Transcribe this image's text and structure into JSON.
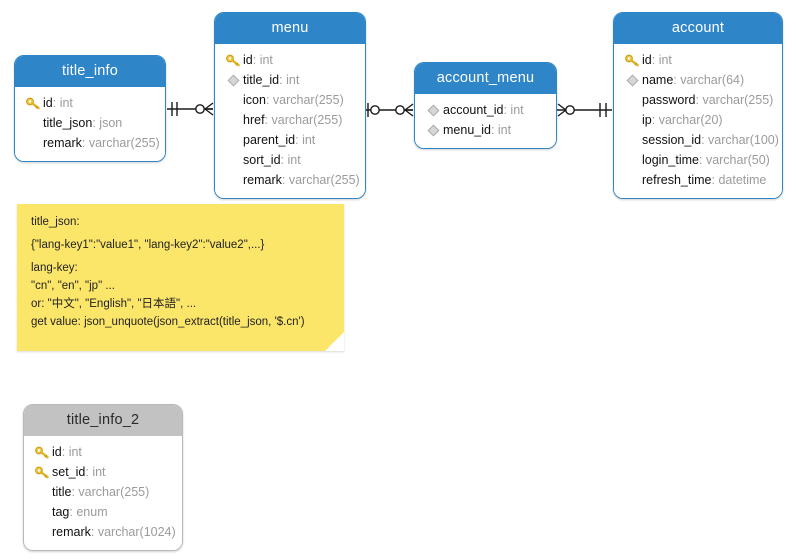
{
  "diagram": {
    "type": "entity-relationship-diagram",
    "background": "#ffffff",
    "header_color": "#2e86c8",
    "header_color_disabled": "#c2c2c2",
    "note_color": "#fce66a",
    "type_color": "#9b9b9b"
  },
  "entities": [
    {
      "id": "title_info",
      "name": "title_info",
      "style": "blue",
      "fields": [
        {
          "icon": "primary-key-icon",
          "name": "id",
          "type": "int"
        },
        {
          "icon": "none",
          "name": "title_json",
          "type": "json"
        },
        {
          "icon": "none",
          "name": "remark",
          "type": "varchar(255)"
        }
      ]
    },
    {
      "id": "menu",
      "name": "menu",
      "style": "blue",
      "fields": [
        {
          "icon": "primary-key-icon",
          "name": "id",
          "type": "int"
        },
        {
          "icon": "foreign-key-icon",
          "name": "title_id",
          "type": "int"
        },
        {
          "icon": "none",
          "name": "icon",
          "type": "varchar(255)"
        },
        {
          "icon": "none",
          "name": "href",
          "type": "varchar(255)"
        },
        {
          "icon": "none",
          "name": "parent_id",
          "type": "int"
        },
        {
          "icon": "none",
          "name": "sort_id",
          "type": "int"
        },
        {
          "icon": "none",
          "name": "remark",
          "type": "varchar(255)"
        }
      ]
    },
    {
      "id": "account_menu",
      "name": "account_menu",
      "style": "blue",
      "fields": [
        {
          "icon": "foreign-key-icon",
          "name": "account_id",
          "type": "int"
        },
        {
          "icon": "foreign-key-icon",
          "name": "menu_id",
          "type": "int"
        }
      ]
    },
    {
      "id": "account",
      "name": "account",
      "style": "blue",
      "fields": [
        {
          "icon": "primary-key-icon",
          "name": "id",
          "type": "int"
        },
        {
          "icon": "foreign-key-icon",
          "name": "name",
          "type": "varchar(64)"
        },
        {
          "icon": "none",
          "name": "password",
          "type": "varchar(255)"
        },
        {
          "icon": "none",
          "name": "ip",
          "type": "varchar(20)"
        },
        {
          "icon": "none",
          "name": "session_id",
          "type": "varchar(100)"
        },
        {
          "icon": "none",
          "name": "login_time",
          "type": "varchar(50)"
        },
        {
          "icon": "none",
          "name": "refresh_time",
          "type": "datetime"
        }
      ]
    },
    {
      "id": "title_info_2",
      "name": "title_info_2",
      "style": "gray",
      "fields": [
        {
          "icon": "primary-key-icon",
          "name": "id",
          "type": "int"
        },
        {
          "icon": "primary-key-icon",
          "name": "set_id",
          "type": "int"
        },
        {
          "icon": "none",
          "name": "title",
          "type": "varchar(255)"
        },
        {
          "icon": "none",
          "name": "tag",
          "type": "enum"
        },
        {
          "icon": "none",
          "name": "remark",
          "type": "varchar(1024)"
        }
      ]
    }
  ],
  "note": {
    "lines": [
      "title_json:",
      "{\"lang-key1\":\"value1\", \"lang-key2\":\"value2\",...}",
      "lang-key:",
      "\"cn\", \"en\", \"jp\" ...",
      "or: \"中文\", \"English\", \"日本語\", ...",
      "get value: json_unquote(json_extract(title_json, '$.cn')"
    ]
  },
  "relationships": [
    {
      "id": "title_info-menu",
      "from": "title_info",
      "to": "menu",
      "from_cardinality": "exactly-one",
      "to_cardinality": "many"
    },
    {
      "id": "menu-account_menu",
      "from": "menu",
      "to": "account_menu",
      "from_cardinality": "zero-or-one",
      "to_cardinality": "many"
    },
    {
      "id": "account_menu-account",
      "from": "account_menu",
      "to": "account",
      "from_cardinality": "many",
      "to_cardinality": "exactly-one"
    }
  ]
}
